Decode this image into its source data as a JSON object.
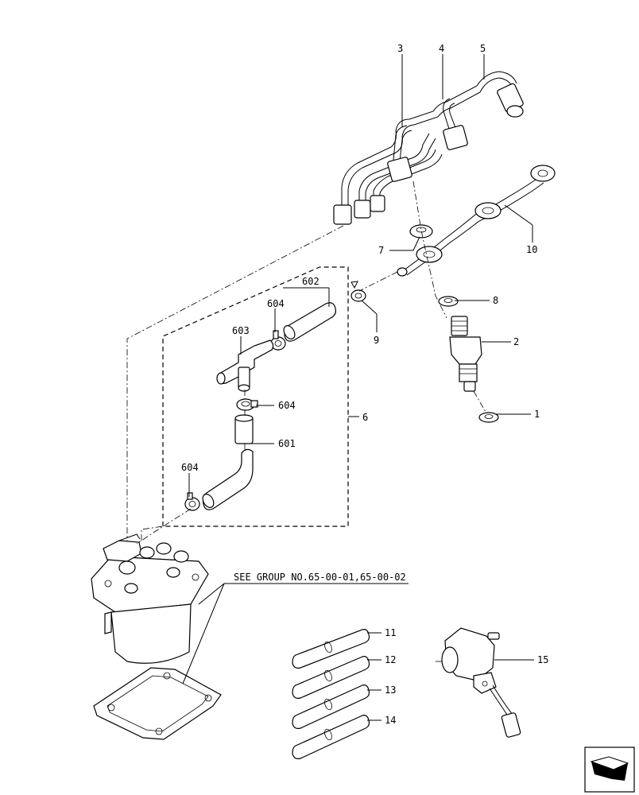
{
  "callouts": {
    "c1": "1",
    "c2": "2",
    "c3": "3",
    "c4": "4",
    "c5": "5",
    "c6": "6",
    "c7": "7",
    "c8": "8",
    "c9": "9",
    "c10": "10",
    "c11": "11",
    "c12": "12",
    "c13": "13",
    "c14": "14",
    "c15": "15",
    "c601": "601",
    "c602": "602",
    "c603": "603",
    "c604a": "604",
    "c604b": "604",
    "c604c": "604"
  },
  "note": "SEE GROUP NO.65-00-01,65-00-02",
  "icons": {
    "nav": "forward-arrow-icon"
  }
}
